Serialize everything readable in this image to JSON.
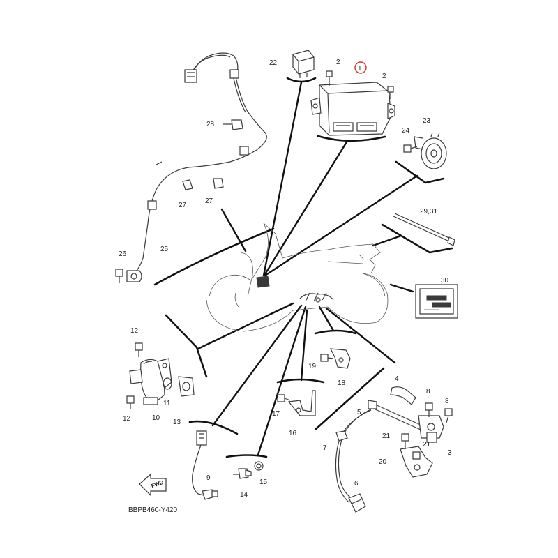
{
  "diagram": {
    "code": "BBPB460-Y420",
    "fwd_label": "FWD",
    "highlight_color": "#d8322a",
    "callouts": [
      {
        "id": "c1",
        "text": "1"
      },
      {
        "id": "c2a",
        "text": "2"
      },
      {
        "id": "c2b",
        "text": "2"
      },
      {
        "id": "c3",
        "text": "3"
      },
      {
        "id": "c4",
        "text": "4"
      },
      {
        "id": "c5",
        "text": "5"
      },
      {
        "id": "c6",
        "text": "6"
      },
      {
        "id": "c7",
        "text": "7"
      },
      {
        "id": "c8a",
        "text": "8"
      },
      {
        "id": "c8b",
        "text": "8"
      },
      {
        "id": "c9",
        "text": "9"
      },
      {
        "id": "c10",
        "text": "10"
      },
      {
        "id": "c11",
        "text": "11"
      },
      {
        "id": "c12a",
        "text": "12"
      },
      {
        "id": "c12b",
        "text": "12"
      },
      {
        "id": "c13",
        "text": "13"
      },
      {
        "id": "c14",
        "text": "14"
      },
      {
        "id": "c15",
        "text": "15"
      },
      {
        "id": "c16",
        "text": "16"
      },
      {
        "id": "c17",
        "text": "17"
      },
      {
        "id": "c18",
        "text": "18"
      },
      {
        "id": "c19",
        "text": "19"
      },
      {
        "id": "c20",
        "text": "20"
      },
      {
        "id": "c21a",
        "text": "21"
      },
      {
        "id": "c21b",
        "text": "21"
      },
      {
        "id": "c22",
        "text": "22"
      },
      {
        "id": "c23",
        "text": "23"
      },
      {
        "id": "c24",
        "text": "24"
      },
      {
        "id": "c25",
        "text": "25"
      },
      {
        "id": "c26",
        "text": "26"
      },
      {
        "id": "c27a",
        "text": "27"
      },
      {
        "id": "c27b",
        "text": "27"
      },
      {
        "id": "c28",
        "text": "28"
      },
      {
        "id": "c29",
        "text": "29,31"
      },
      {
        "id": "c30",
        "text": "30"
      }
    ]
  }
}
